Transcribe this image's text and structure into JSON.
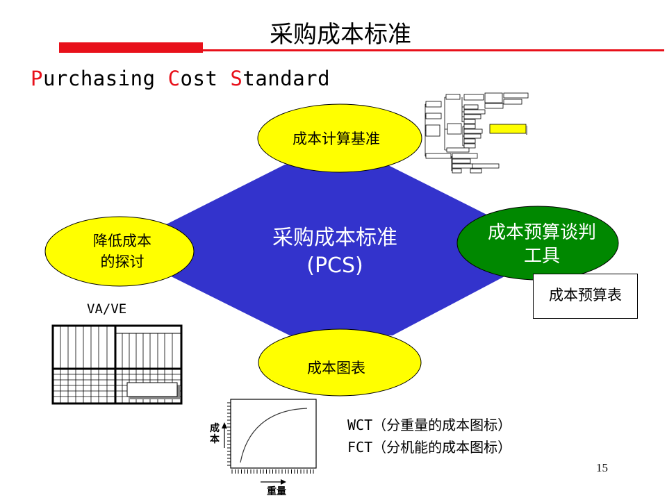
{
  "slide": {
    "title": "采购成本标准",
    "subtitle_parts": [
      {
        "initial": "P",
        "rest": "urchasing "
      },
      {
        "initial": "C",
        "rest": "ost "
      },
      {
        "initial": "S",
        "rest": "tandard"
      }
    ],
    "page_number": "15",
    "accent_color": "#e8101a"
  },
  "diagram": {
    "center": {
      "line1": "采购成本标准",
      "line2": "(PCS)",
      "color": "#3333cc"
    },
    "top_node": {
      "label": "成本计算基准",
      "color": "#ffff00"
    },
    "left_node": {
      "line1": "降低成本",
      "line2": "的探讨",
      "color": "#ffff00"
    },
    "right_node": {
      "line1": "成本预算谈判",
      "line2": "工具",
      "color": "#008800"
    },
    "bottom_node": {
      "label": "成本图表",
      "color": "#ffff00"
    },
    "note_box": "成本预算表",
    "va_ve_label": "VA/VE",
    "chart_thumb": {
      "y_label": "成本",
      "x_label": "重量"
    },
    "legend": [
      "WCT（分重量的成本图标）",
      "FCT（分机能的成本图标）"
    ]
  }
}
